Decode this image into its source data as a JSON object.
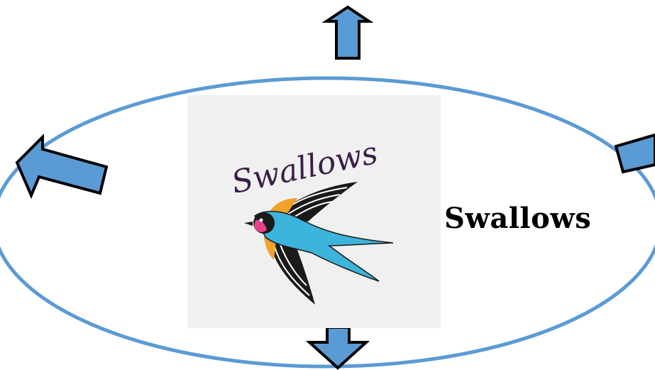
{
  "diagram": {
    "center_label": "Swallows",
    "logo": {
      "script_text": "Swallows",
      "icon": "swallow-bird-icon"
    },
    "ellipse_color": "#5b9bd5",
    "arrow_fill": "#5b9bd5",
    "arrow_stroke": "#000000",
    "arrows": [
      {
        "direction": "up",
        "icon": "arrow-up-icon"
      },
      {
        "direction": "up-left",
        "icon": "arrow-up-left-icon"
      },
      {
        "direction": "up-right",
        "icon": "arrow-up-right-icon"
      },
      {
        "direction": "down",
        "icon": "arrow-down-icon"
      }
    ],
    "logo_colors": {
      "text": "#3a1f47",
      "bird_body": "#3cb4dc",
      "bird_head": "#e8408a",
      "wing_accent": "#f0a32a",
      "wing_dark": "#1a1a1a"
    }
  }
}
